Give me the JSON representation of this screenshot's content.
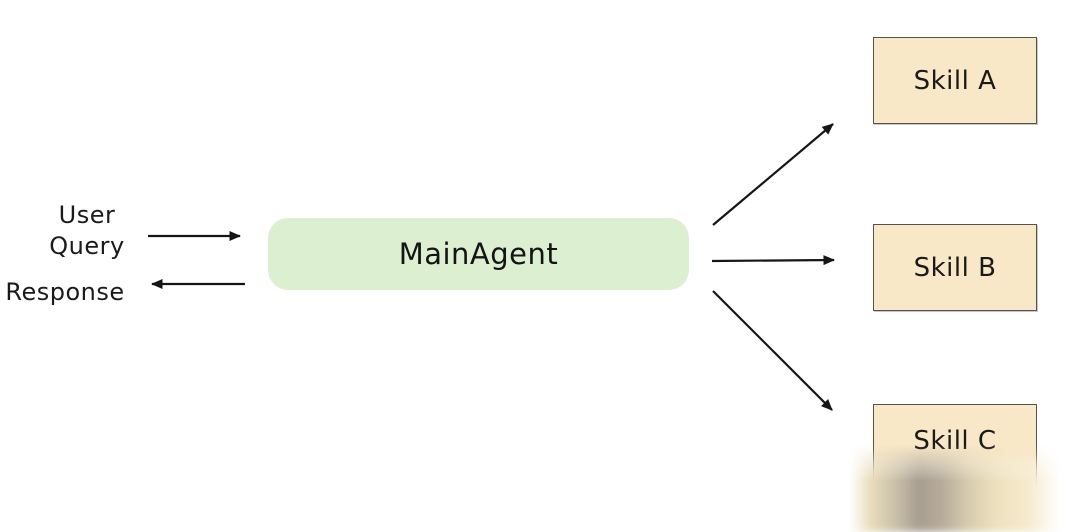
{
  "diagram": {
    "input_label": {
      "line1": "User",
      "line2": "Query"
    },
    "output_label": "Response",
    "main_agent": {
      "label": "MainAgent",
      "fill": "#ddefd1"
    },
    "skills": [
      {
        "label": "Skill A"
      },
      {
        "label": "Skill B"
      },
      {
        "label": "Skill C"
      }
    ],
    "skill_box": {
      "fill": "#f9e8c8",
      "border": "#55534e"
    },
    "arrow_color": "#161616",
    "background": "#ffffff",
    "connections": [
      {
        "from": "User Query",
        "to": "MainAgent",
        "direction": "right"
      },
      {
        "from": "MainAgent",
        "to": "Response",
        "direction": "left"
      },
      {
        "from": "MainAgent",
        "to": "Skill A",
        "direction": "up-right"
      },
      {
        "from": "MainAgent",
        "to": "Skill B",
        "direction": "right"
      },
      {
        "from": "MainAgent",
        "to": "Skill C",
        "direction": "down-right"
      }
    ]
  }
}
